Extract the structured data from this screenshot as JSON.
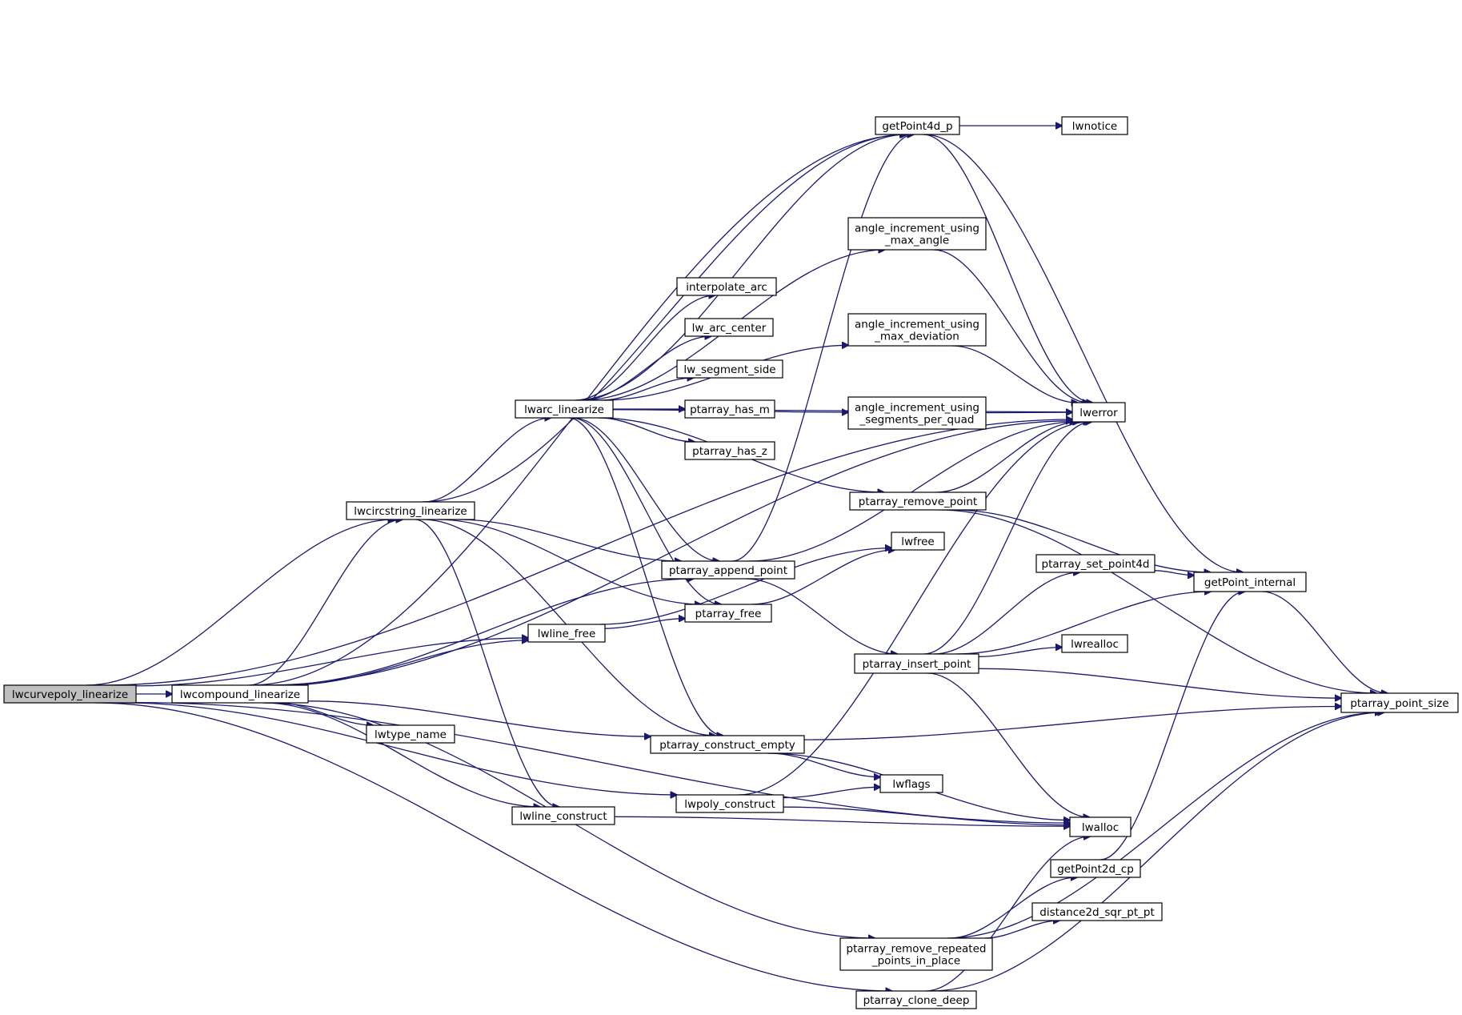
{
  "graph": {
    "nodes": [
      {
        "id": "n_lwcurvepoly",
        "lines": [
          "lwcurvepoly_linearize"
        ],
        "root": true
      },
      {
        "id": "n_lwcompound",
        "lines": [
          "lwcompound_linearize"
        ]
      },
      {
        "id": "n_lwcircstring",
        "lines": [
          "lwcircstring_linearize"
        ]
      },
      {
        "id": "n_lwarc",
        "lines": [
          "lwarc_linearize"
        ]
      },
      {
        "id": "n_getPoint4d_p",
        "lines": [
          "getPoint4d_p"
        ]
      },
      {
        "id": "n_lwnotice",
        "lines": [
          "lwnotice"
        ]
      },
      {
        "id": "n_ang_maxangle",
        "lines": [
          "angle_increment_using",
          "_max_angle"
        ]
      },
      {
        "id": "n_interp",
        "lines": [
          "interpolate_arc"
        ]
      },
      {
        "id": "n_arccenter",
        "lines": [
          "lw_arc_center"
        ]
      },
      {
        "id": "n_ang_maxdev",
        "lines": [
          "angle_increment_using",
          "_max_deviation"
        ]
      },
      {
        "id": "n_segside",
        "lines": [
          "lw_segment_side"
        ]
      },
      {
        "id": "n_hasm",
        "lines": [
          "ptarray_has_m"
        ]
      },
      {
        "id": "n_ang_quad",
        "lines": [
          "angle_increment_using",
          "_segments_per_quad"
        ]
      },
      {
        "id": "n_lwerror",
        "lines": [
          "lwerror"
        ]
      },
      {
        "id": "n_hasz",
        "lines": [
          "ptarray_has_z"
        ]
      },
      {
        "id": "n_removepoint",
        "lines": [
          "ptarray_remove_point"
        ]
      },
      {
        "id": "n_lwfree",
        "lines": [
          "lwfree"
        ]
      },
      {
        "id": "n_appendpoint",
        "lines": [
          "ptarray_append_point"
        ]
      },
      {
        "id": "n_setpoint4d",
        "lines": [
          "ptarray_set_point4d"
        ]
      },
      {
        "id": "n_getpointint",
        "lines": [
          "getPoint_internal"
        ]
      },
      {
        "id": "n_ptfree",
        "lines": [
          "ptarray_free"
        ]
      },
      {
        "id": "n_lwlinefree",
        "lines": [
          "lwline_free"
        ]
      },
      {
        "id": "n_lwrealloc",
        "lines": [
          "lwrealloc"
        ]
      },
      {
        "id": "n_insertpoint",
        "lines": [
          "ptarray_insert_point"
        ]
      },
      {
        "id": "n_ptsize",
        "lines": [
          "ptarray_point_size"
        ]
      },
      {
        "id": "n_typename",
        "lines": [
          "lwtype_name"
        ]
      },
      {
        "id": "n_constructempty",
        "lines": [
          "ptarray_construct_empty"
        ]
      },
      {
        "id": "n_lwflags",
        "lines": [
          "lwflags"
        ]
      },
      {
        "id": "n_polyconstruct",
        "lines": [
          "lwpoly_construct"
        ]
      },
      {
        "id": "n_lineconstruct",
        "lines": [
          "lwline_construct"
        ]
      },
      {
        "id": "n_lwalloc",
        "lines": [
          "lwalloc"
        ]
      },
      {
        "id": "n_getpoint2dcp",
        "lines": [
          "getPoint2d_cp"
        ]
      },
      {
        "id": "n_dist2d",
        "lines": [
          "distance2d_sqr_pt_pt"
        ]
      },
      {
        "id": "n_removerepeated",
        "lines": [
          "ptarray_remove_repeated",
          "_points_in_place"
        ]
      },
      {
        "id": "n_clonedeep",
        "lines": [
          "ptarray_clone_deep"
        ]
      }
    ],
    "edges": [
      [
        "n_lwcurvepoly",
        "n_lwcompound"
      ],
      [
        "n_lwcurvepoly",
        "n_lwcircstring"
      ],
      [
        "n_lwcurvepoly",
        "n_lwerror"
      ],
      [
        "n_lwcurvepoly",
        "n_lwlinefree"
      ],
      [
        "n_lwcurvepoly",
        "n_polyconstruct"
      ],
      [
        "n_lwcurvepoly",
        "n_lwalloc"
      ],
      [
        "n_lwcurvepoly",
        "n_clonedeep"
      ],
      [
        "n_lwcompound",
        "n_lwcircstring"
      ],
      [
        "n_lwcompound",
        "n_getPoint4d_p"
      ],
      [
        "n_lwcompound",
        "n_appendpoint"
      ],
      [
        "n_lwcompound",
        "n_lwlinefree"
      ],
      [
        "n_lwcompound",
        "n_lwerror"
      ],
      [
        "n_lwcompound",
        "n_typename"
      ],
      [
        "n_lwcompound",
        "n_constructempty"
      ],
      [
        "n_lwcompound",
        "n_lineconstruct"
      ],
      [
        "n_lwcompound",
        "n_removerepeated"
      ],
      [
        "n_lwcircstring",
        "n_lwarc"
      ],
      [
        "n_lwcircstring",
        "n_getPoint4d_p"
      ],
      [
        "n_lwcircstring",
        "n_appendpoint"
      ],
      [
        "n_lwcircstring",
        "n_ptfree"
      ],
      [
        "n_lwcircstring",
        "n_constructempty"
      ],
      [
        "n_lwcircstring",
        "n_lineconstruct"
      ],
      [
        "n_lwarc",
        "n_getPoint4d_p"
      ],
      [
        "n_lwarc",
        "n_lwerror"
      ],
      [
        "n_lwarc",
        "n_ang_maxangle"
      ],
      [
        "n_lwarc",
        "n_interp"
      ],
      [
        "n_lwarc",
        "n_arccenter"
      ],
      [
        "n_lwarc",
        "n_ang_maxdev"
      ],
      [
        "n_lwarc",
        "n_segside"
      ],
      [
        "n_lwarc",
        "n_hasm"
      ],
      [
        "n_lwarc",
        "n_hasz"
      ],
      [
        "n_lwarc",
        "n_ang_quad"
      ],
      [
        "n_lwarc",
        "n_removepoint"
      ],
      [
        "n_lwarc",
        "n_appendpoint"
      ],
      [
        "n_lwarc",
        "n_ptfree"
      ],
      [
        "n_lwarc",
        "n_constructempty"
      ],
      [
        "n_getPoint4d_p",
        "n_lwnotice"
      ],
      [
        "n_getPoint4d_p",
        "n_lwerror"
      ],
      [
        "n_getPoint4d_p",
        "n_getpointint"
      ],
      [
        "n_ang_maxangle",
        "n_lwerror"
      ],
      [
        "n_ang_maxdev",
        "n_lwerror"
      ],
      [
        "n_ang_quad",
        "n_lwerror"
      ],
      [
        "n_removepoint",
        "n_lwerror"
      ],
      [
        "n_removepoint",
        "n_getpointint"
      ],
      [
        "n_removepoint",
        "n_ptsize"
      ],
      [
        "n_appendpoint",
        "n_getPoint4d_p"
      ],
      [
        "n_appendpoint",
        "n_lwerror"
      ],
      [
        "n_appendpoint",
        "n_insertpoint"
      ],
      [
        "n_ptfree",
        "n_lwfree"
      ],
      [
        "n_lwlinefree",
        "n_ptfree"
      ],
      [
        "n_lwlinefree",
        "n_lwfree"
      ],
      [
        "n_insertpoint",
        "n_lwerror"
      ],
      [
        "n_insertpoint",
        "n_setpoint4d"
      ],
      [
        "n_insertpoint",
        "n_getpointint"
      ],
      [
        "n_insertpoint",
        "n_lwrealloc"
      ],
      [
        "n_insertpoint",
        "n_ptsize"
      ],
      [
        "n_insertpoint",
        "n_lwalloc"
      ],
      [
        "n_setpoint4d",
        "n_getpointint"
      ],
      [
        "n_getpointint",
        "n_ptsize"
      ],
      [
        "n_constructempty",
        "n_ptsize"
      ],
      [
        "n_constructempty",
        "n_lwflags"
      ],
      [
        "n_constructempty",
        "n_lwalloc"
      ],
      [
        "n_polyconstruct",
        "n_lwerror"
      ],
      [
        "n_polyconstruct",
        "n_lwflags"
      ],
      [
        "n_polyconstruct",
        "n_lwalloc"
      ],
      [
        "n_lineconstruct",
        "n_lwalloc"
      ],
      [
        "n_getpoint2dcp",
        "n_getpointint"
      ],
      [
        "n_removerepeated",
        "n_getpoint2dcp"
      ],
      [
        "n_removerepeated",
        "n_dist2d"
      ],
      [
        "n_removerepeated",
        "n_ptsize"
      ],
      [
        "n_clonedeep",
        "n_lwalloc"
      ],
      [
        "n_clonedeep",
        "n_ptsize"
      ]
    ],
    "colors": {
      "edge": "#191970",
      "node_border": "#000000",
      "node_fill": "#ffffff",
      "root_fill": "#bfbfbf"
    }
  }
}
